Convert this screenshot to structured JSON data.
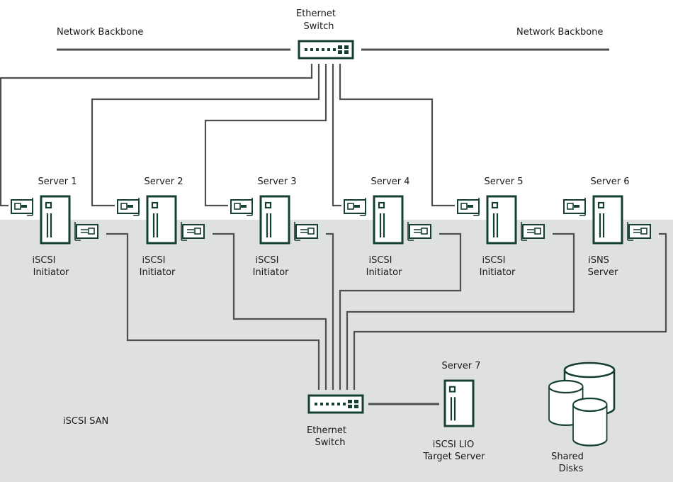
{
  "diagram": {
    "backbone_left_label": "Network Backbone",
    "backbone_right_label": "Network Backbone",
    "top_switch": {
      "line1": "Ethernet",
      "line2": "Switch"
    },
    "bottom_switch": {
      "line1": "Ethernet",
      "line2": "Switch"
    },
    "san_label": "iSCSI SAN",
    "servers": [
      {
        "name": "Server 1",
        "role1": "iSCSI",
        "role2": "Initiator"
      },
      {
        "name": "Server 2",
        "role1": "iSCSI",
        "role2": "Initiator"
      },
      {
        "name": "Server 3",
        "role1": "iSCSI",
        "role2": "Initiator"
      },
      {
        "name": "Server 4",
        "role1": "iSCSI",
        "role2": "Initiator"
      },
      {
        "name": "Server 5",
        "role1": "iSCSI",
        "role2": "Initiator"
      },
      {
        "name": "Server 6",
        "role1": "iSNS",
        "role2": "Server"
      }
    ],
    "target": {
      "name": "Server 7",
      "role1": "iSCSI LIO",
      "role2": "Target Server"
    },
    "storage": {
      "line1": "Shared",
      "line2": "Disks"
    },
    "colors": {
      "accent": "#163f34",
      "wire": "#4d4f50",
      "san_bg": "#dfe0e2"
    }
  }
}
